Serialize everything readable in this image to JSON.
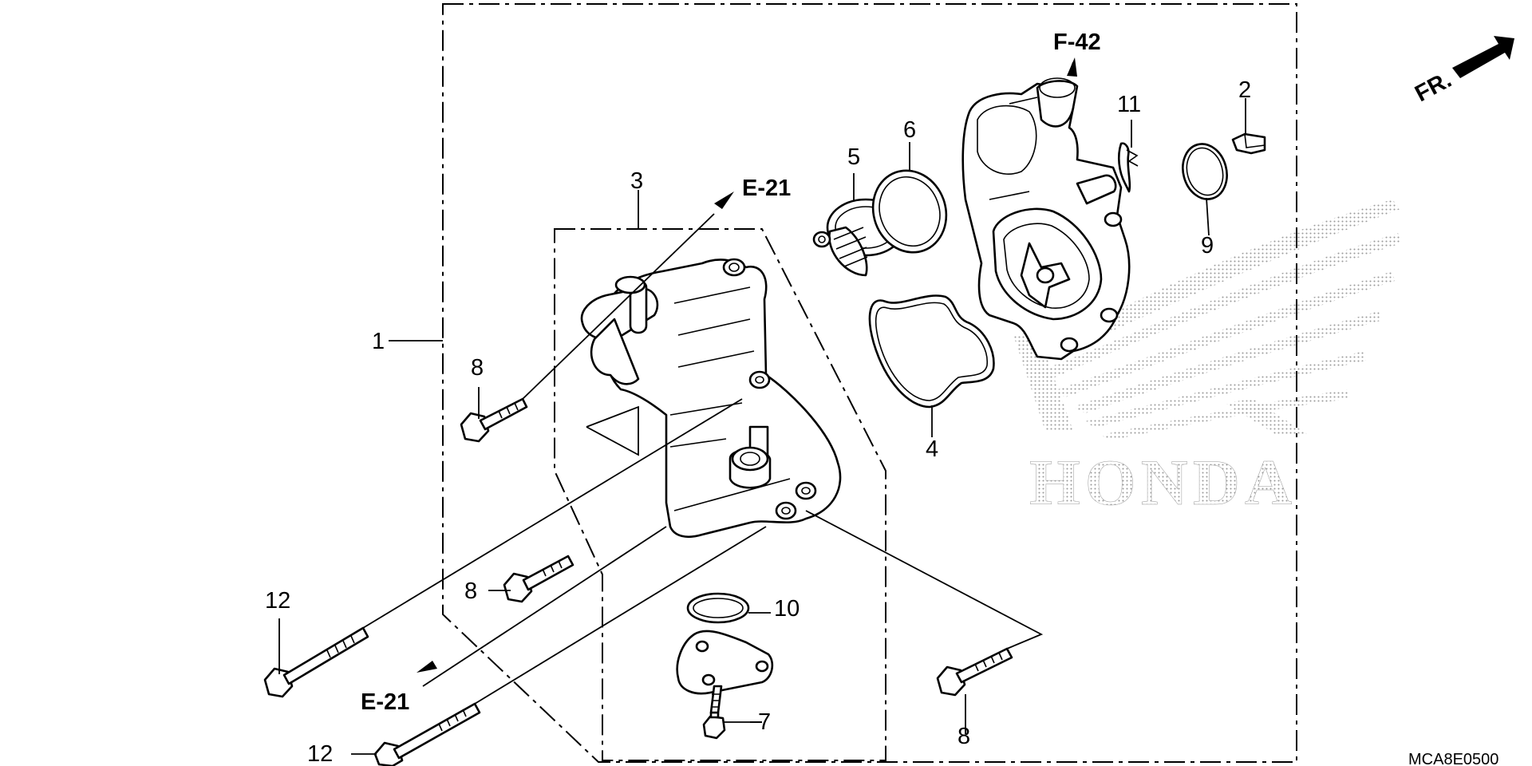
{
  "diagram": {
    "part_labels": [
      {
        "id": "1",
        "text": "1"
      },
      {
        "id": "2",
        "text": "2"
      },
      {
        "id": "3",
        "text": "3"
      },
      {
        "id": "4",
        "text": "4"
      },
      {
        "id": "5",
        "text": "5"
      },
      {
        "id": "6",
        "text": "6"
      },
      {
        "id": "7",
        "text": "7"
      },
      {
        "id": "8a",
        "text": "8"
      },
      {
        "id": "8b",
        "text": "8"
      },
      {
        "id": "8c",
        "text": "8"
      },
      {
        "id": "9",
        "text": "9"
      },
      {
        "id": "10",
        "text": "10"
      },
      {
        "id": "11",
        "text": "11"
      },
      {
        "id": "12a",
        "text": "12"
      },
      {
        "id": "12b",
        "text": "12"
      }
    ],
    "references": {
      "e21_top": "E-21",
      "e21_bottom": "E-21",
      "f42": "F-42"
    },
    "front_marker": "FR.",
    "watermark": "HONDA",
    "drawing_code": "MCA8E0500",
    "colors": {
      "line": "#000000",
      "background": "#ffffff",
      "watermark_dots": "#9a9a9a"
    }
  }
}
